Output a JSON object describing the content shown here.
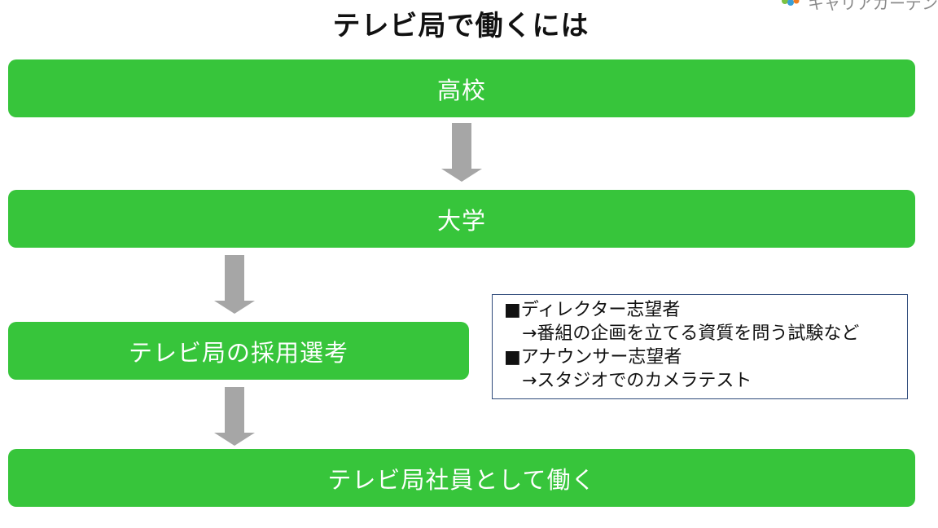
{
  "title": "テレビ局で働くには",
  "logo": {
    "text": "キャリアガーデン",
    "icon": "leaf-cluster-icon"
  },
  "steps": [
    {
      "label": "高校"
    },
    {
      "label": "大学"
    },
    {
      "label": "テレビ局の採用選考"
    },
    {
      "label": "テレビ局社員として働く"
    }
  ],
  "notes": [
    {
      "heading": "■ディレクター志望者",
      "detail": "→番組の企画を立てる資質を問う試験など"
    },
    {
      "heading": "■アナウンサー志望者",
      "detail": "→スタジオでのカメラテスト"
    }
  ],
  "colors": {
    "step_fill": "#37c53b",
    "arrow_fill": "#a6a6a6",
    "notes_border": "#2e4a7a"
  }
}
